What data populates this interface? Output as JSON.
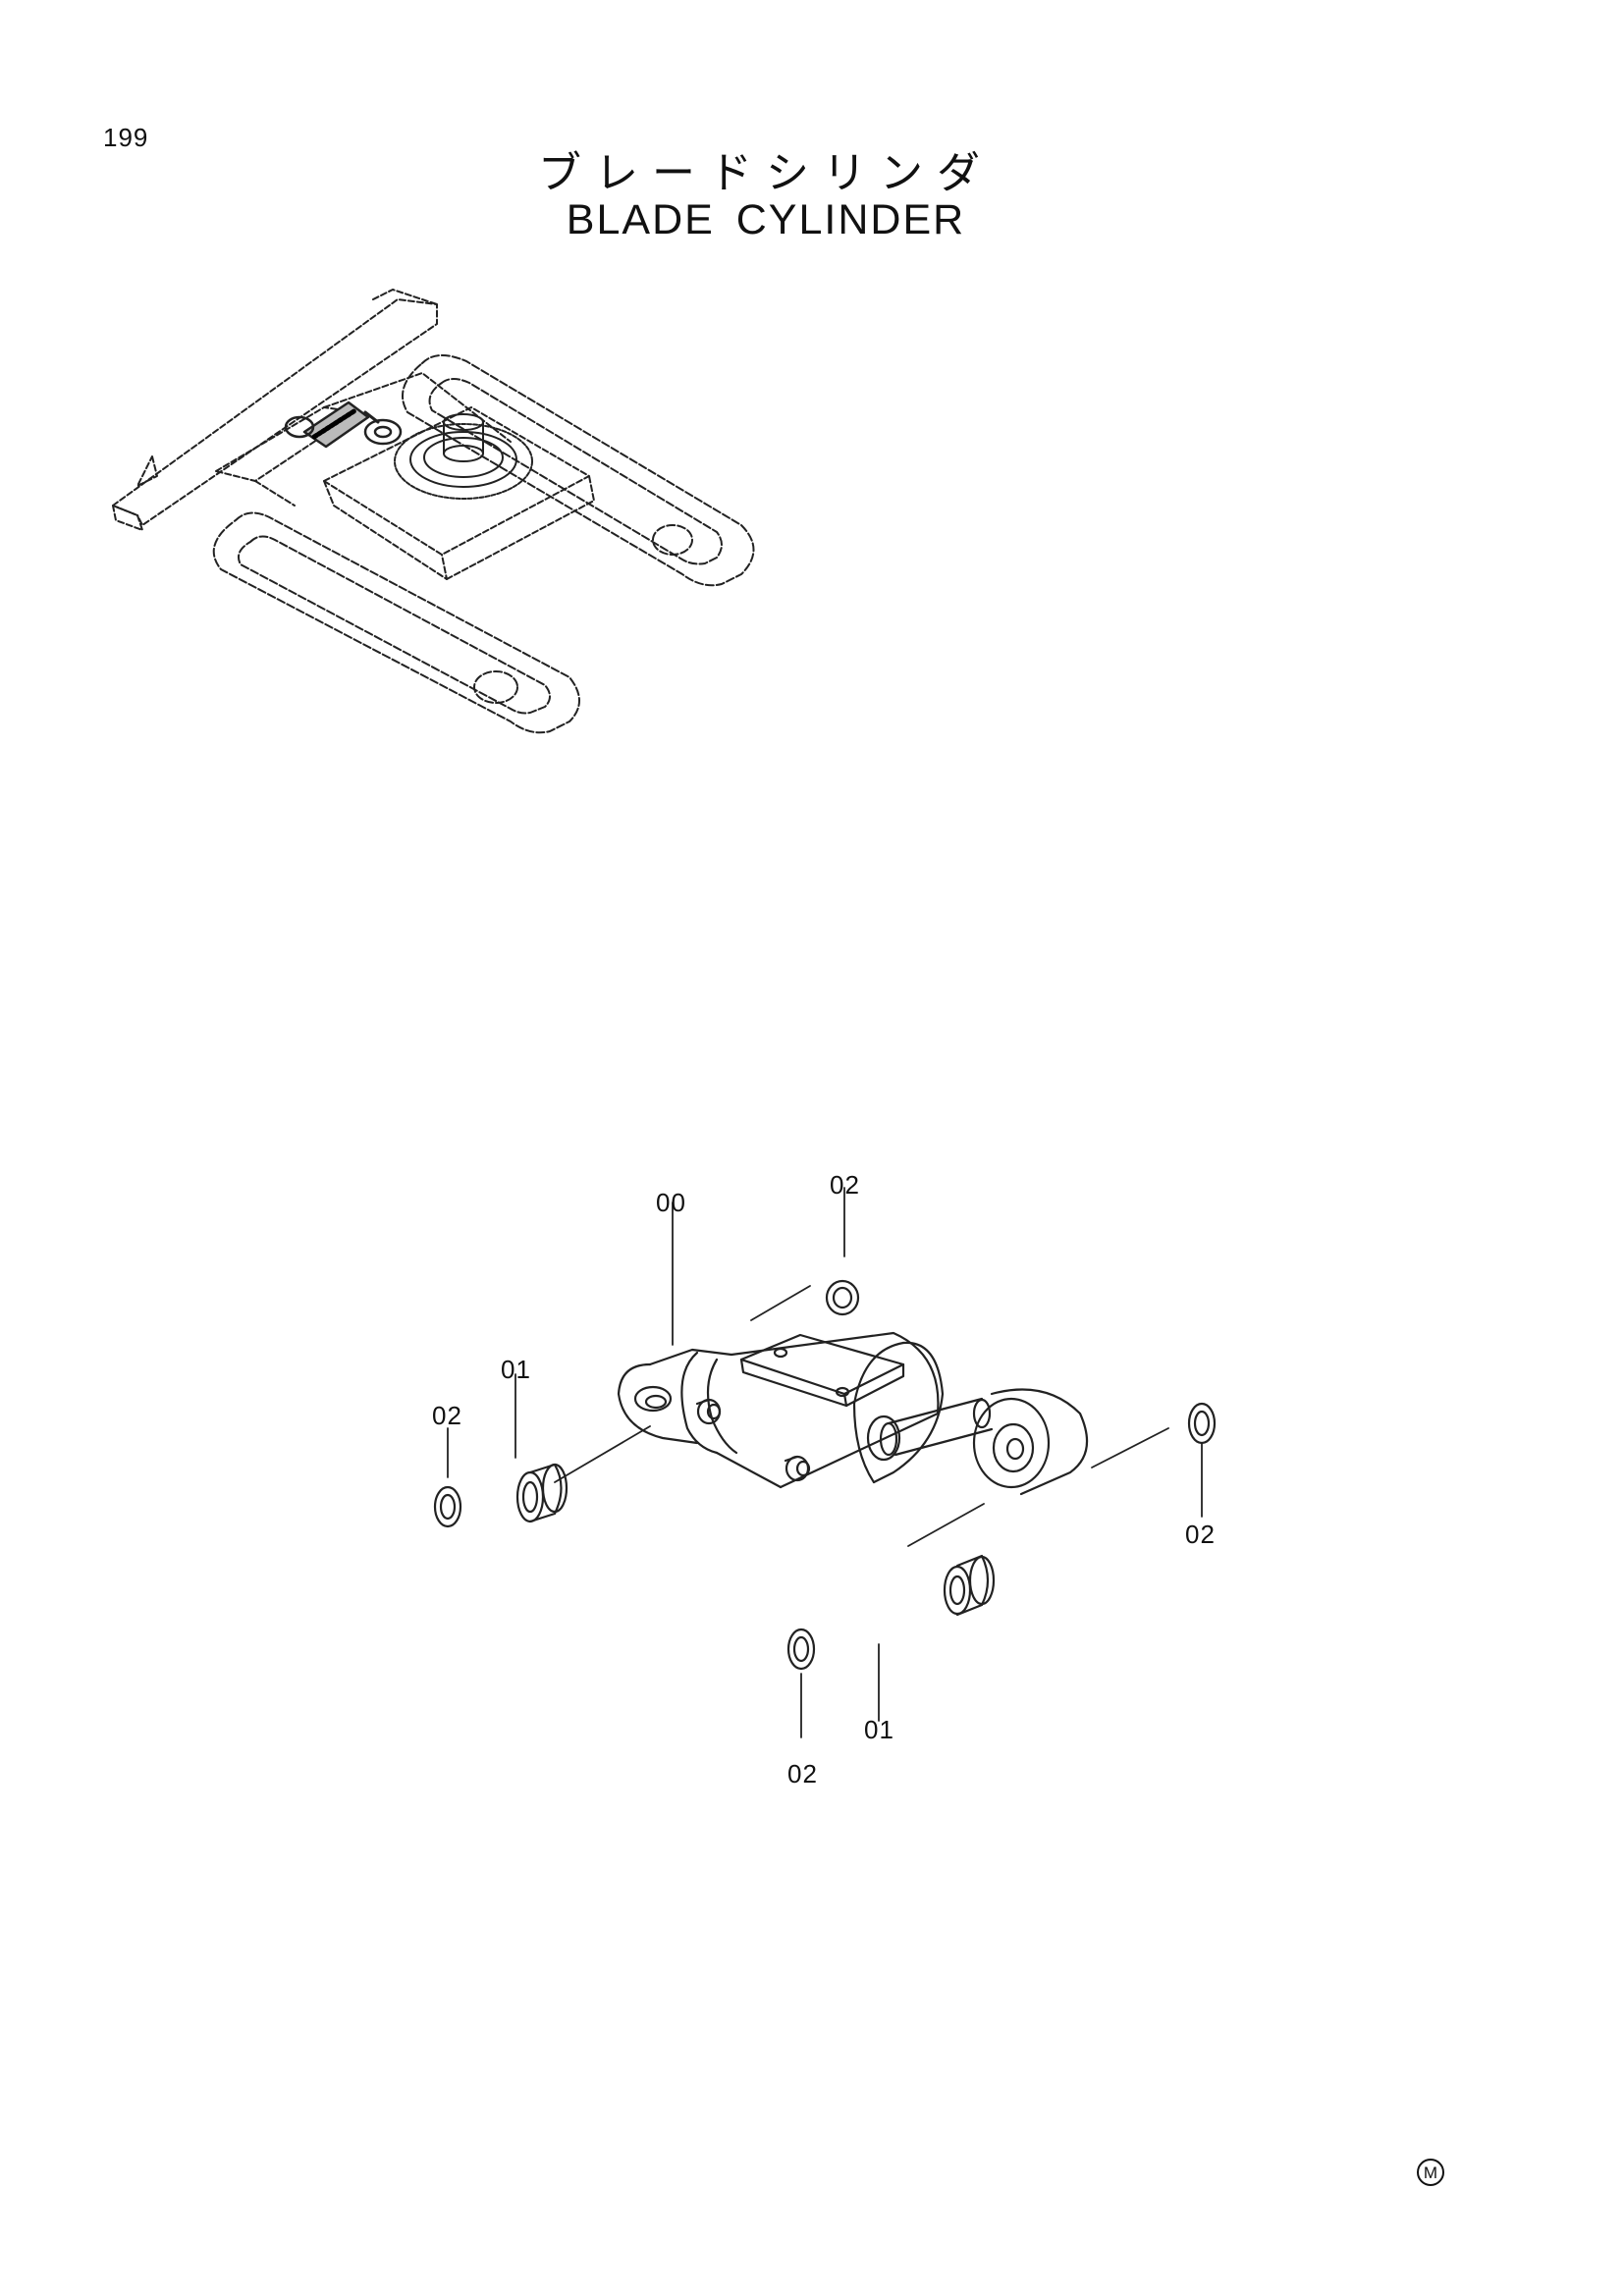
{
  "page": {
    "number": "199",
    "title_jp": "ブレードシリンダ",
    "title_en": "BLADE CYLINDER"
  },
  "callouts": [
    {
      "id": "c00",
      "label": "00"
    },
    {
      "id": "c02-top",
      "label": "02"
    },
    {
      "id": "c01-left",
      "label": "01"
    },
    {
      "id": "c02-left",
      "label": "02"
    },
    {
      "id": "c02-right",
      "label": "02"
    },
    {
      "id": "c01-bottom",
      "label": "01"
    },
    {
      "id": "c02-bottom",
      "label": "02"
    }
  ],
  "mark": {
    "symbol": "M"
  },
  "colors": {
    "ink": "#111111",
    "paper": "#ffffff"
  }
}
